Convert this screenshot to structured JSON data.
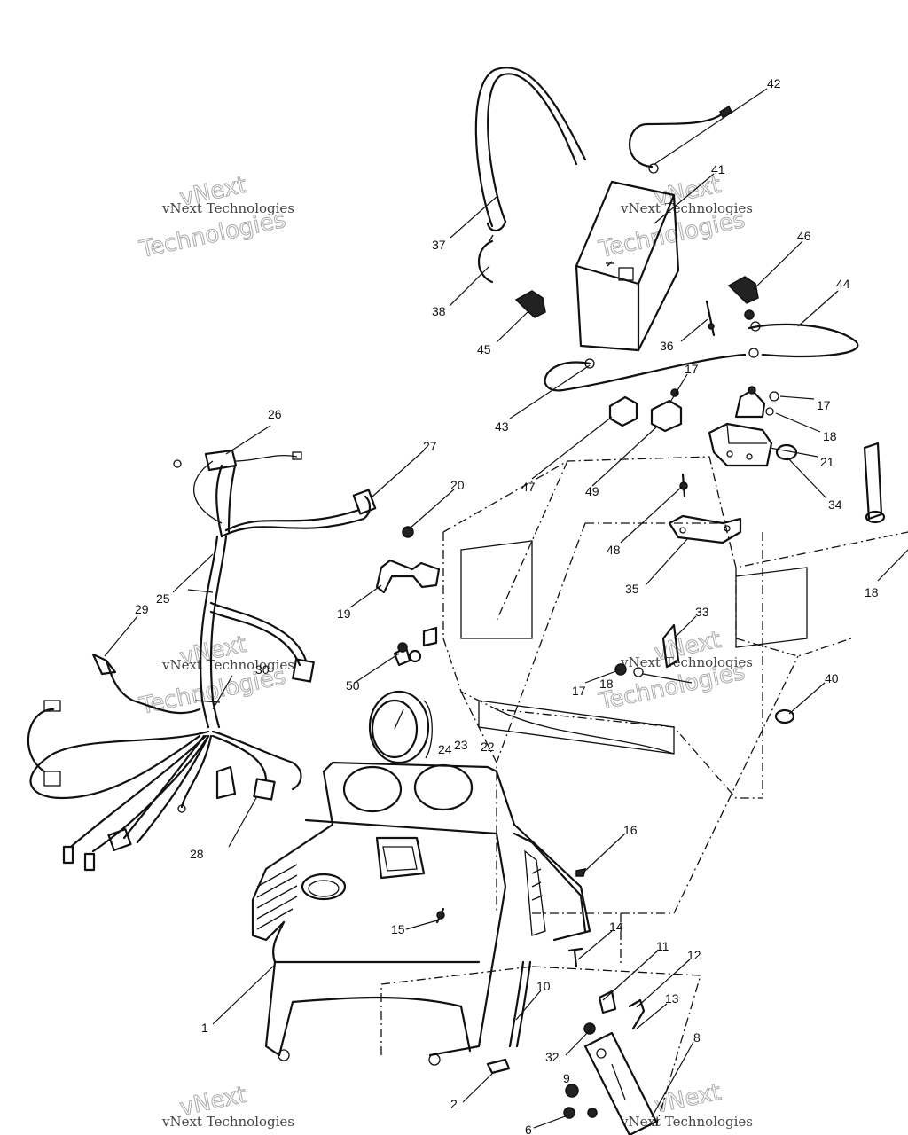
{
  "watermark": {
    "line1": "vNext Technologies",
    "line2": "vNext",
    "line3": "Technologies"
  },
  "callouts": [
    {
      "id": "c42",
      "label": "42"
    },
    {
      "id": "c41",
      "label": "41"
    },
    {
      "id": "c46",
      "label": "46"
    },
    {
      "id": "c44",
      "label": "44"
    },
    {
      "id": "c37",
      "label": "37"
    },
    {
      "id": "c38",
      "label": "38"
    },
    {
      "id": "c45",
      "label": "45"
    },
    {
      "id": "c36",
      "label": "36"
    },
    {
      "id": "c17a",
      "label": "17"
    },
    {
      "id": "c17b",
      "label": "17"
    },
    {
      "id": "c18a",
      "label": "18"
    },
    {
      "id": "c21",
      "label": "21"
    },
    {
      "id": "c34",
      "label": "34"
    },
    {
      "id": "c43",
      "label": "43"
    },
    {
      "id": "c26",
      "label": "26"
    },
    {
      "id": "c27",
      "label": "27"
    },
    {
      "id": "c47",
      "label": "47"
    },
    {
      "id": "c49",
      "label": "49"
    },
    {
      "id": "c20",
      "label": "20"
    },
    {
      "id": "c48",
      "label": "48"
    },
    {
      "id": "c35",
      "label": "35"
    },
    {
      "id": "c18b",
      "label": "18"
    },
    {
      "id": "c29",
      "label": "29"
    },
    {
      "id": "c25",
      "label": "25"
    },
    {
      "id": "c19",
      "label": "19"
    },
    {
      "id": "c33",
      "label": "33"
    },
    {
      "id": "c30",
      "label": "30"
    },
    {
      "id": "c50",
      "label": "50"
    },
    {
      "id": "c17c",
      "label": "17"
    },
    {
      "id": "c18c",
      "label": "18"
    },
    {
      "id": "c40",
      "label": "40"
    },
    {
      "id": "c24",
      "label": "24"
    },
    {
      "id": "c23",
      "label": "23"
    },
    {
      "id": "c22",
      "label": "22"
    },
    {
      "id": "c16",
      "label": "16"
    },
    {
      "id": "c28",
      "label": "28"
    },
    {
      "id": "c15",
      "label": "15"
    },
    {
      "id": "c14",
      "label": "14"
    },
    {
      "id": "c11",
      "label": "11"
    },
    {
      "id": "c12",
      "label": "12"
    },
    {
      "id": "c10",
      "label": "10"
    },
    {
      "id": "c13",
      "label": "13"
    },
    {
      "id": "c1",
      "label": "1"
    },
    {
      "id": "c8",
      "label": "8"
    },
    {
      "id": "c32",
      "label": "32"
    },
    {
      "id": "c9",
      "label": "9"
    },
    {
      "id": "c2",
      "label": "2"
    },
    {
      "id": "c6",
      "label": "6"
    }
  ]
}
